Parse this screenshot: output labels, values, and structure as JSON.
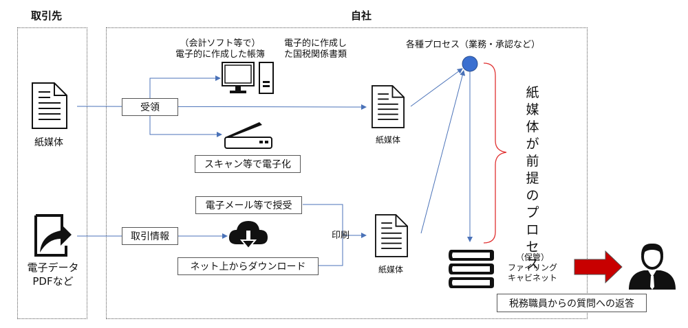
{
  "headers": {
    "partner": "取引先",
    "company": "自社"
  },
  "partner": {
    "paper_label": "紙媒体",
    "electronic_label_1": "電子データ",
    "electronic_label_2": "PDFなど"
  },
  "company": {
    "receive_box": "受領",
    "trade_info_box": "取引情報",
    "ledger_label_1": "（会計ソフト等で）",
    "ledger_label_2": "電子的に作成した帳簿",
    "tax_docs_label_1": "電子的に作成し",
    "tax_docs_label_2": "た国税関係書類",
    "scan_box": "スキャン等で電子化",
    "email_box": "電子メール等で授受",
    "download_box": "ネット上からダウンロード",
    "print_label": "印刷",
    "paper_label_top": "紙媒体",
    "paper_label_bottom": "紙媒体",
    "process_label": "各種プロセス（業務・承認など）",
    "brace_text": "紙媒体が前提のプロセス",
    "storage_label_1": "（保管）",
    "storage_label_2": "ファイリング",
    "storage_label_3": "キャビネット",
    "tax_response_box": "税務職員からの質問への返答"
  },
  "colors": {
    "arrow": "#4a72b8",
    "brace": "#e03030",
    "process_dot": "#3a6fd0",
    "big_arrow": "#c80000"
  }
}
